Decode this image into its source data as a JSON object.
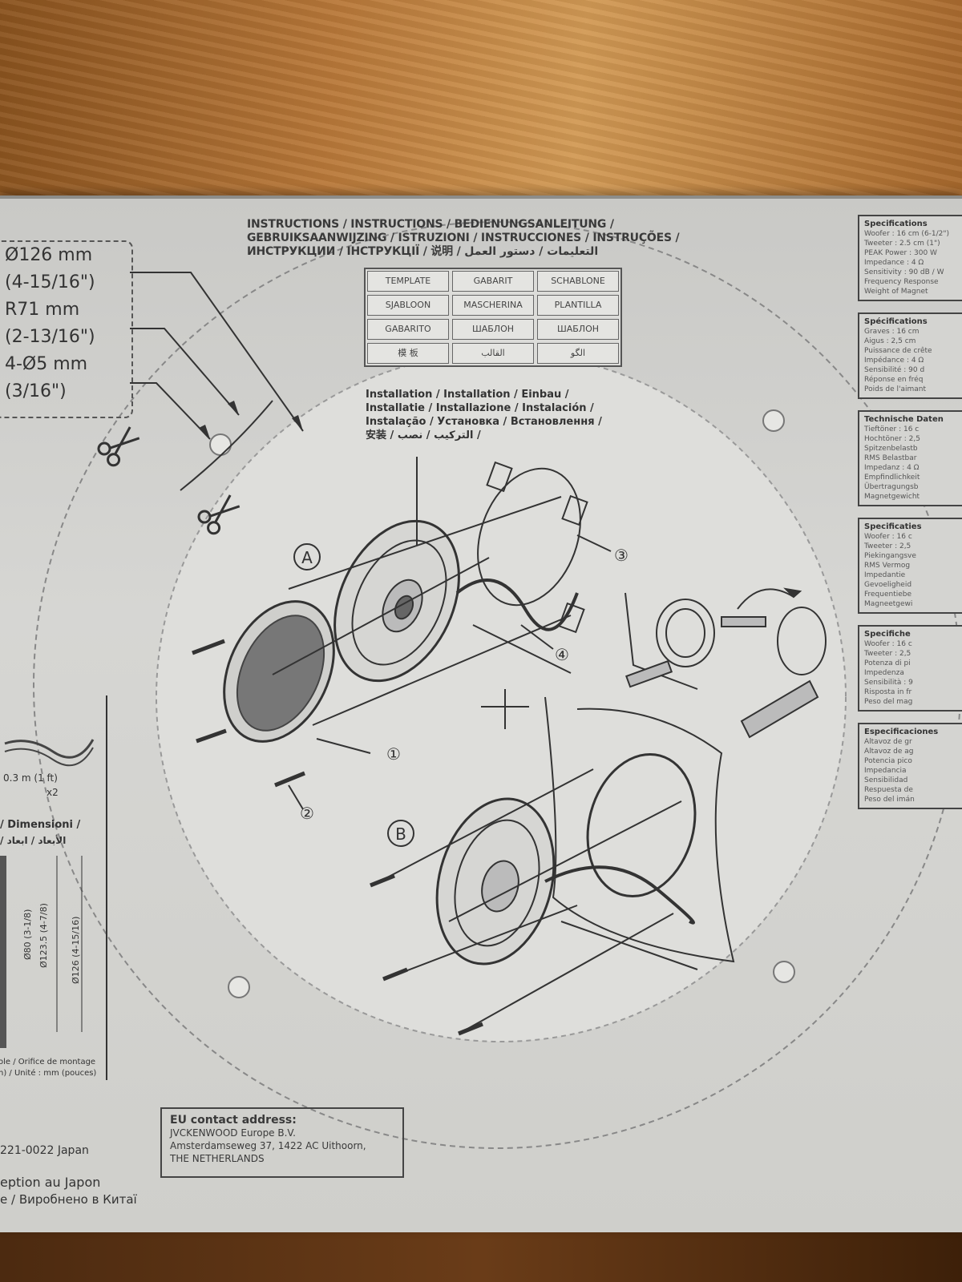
{
  "title": {
    "line1": "INSTRUCTIONS / INSTRUCTIONS / BEDIENUNGSANLEITUNG /",
    "line2": "GEBRUIKSAANWIJZING / ISTRUZIONI / INSTRUCCIONES / INSTRUÇÕES /",
    "line3": "ИНСТРУКЦИИ / ІНСТРУКЦІЇ / 说明 / التعليمات / دستور العمل"
  },
  "template_labels": [
    "TEMPLATE",
    "GABARIT",
    "SCHABLONE",
    "SJABLOON",
    "MASCHERINA",
    "PLANTILLA",
    "GABARITO",
    "ШАБЛОН",
    "ШАБЛОН",
    "模 板",
    "القالب",
    "الگو"
  ],
  "installation": {
    "line1": "Installation / Installation / Einbau /",
    "line2": "Installatie / Installazione / Instalación /",
    "line3": "Instalação / Установка / Встановлення /",
    "line4": "安装 / التركيب / نصب /"
  },
  "dimensions": {
    "d1": "Ø126 mm",
    "d1_in": "(4-15/16\")",
    "r1": "R71 mm",
    "r1_in": "(2-13/16\")",
    "d2": "4-Ø5 mm",
    "d2_in": "(3/16\")"
  },
  "callouts": {
    "a": "A",
    "b": "B",
    "n1": "①",
    "n2": "②",
    "n3": "③",
    "n4": "④"
  },
  "specs": [
    {
      "heading": "Specifications",
      "lines": [
        "Woofer : 16 cm (6-1/2\")",
        "Tweeter : 2.5 cm (1\")",
        "PEAK Power : 300 W",
        "Impedance : 4 Ω",
        "Sensitivity : 90 dB / W",
        "Frequency Response",
        "Weight of Magnet"
      ]
    },
    {
      "heading": "Spécifications",
      "lines": [
        "Graves : 16 cm",
        "Aigus : 2,5 cm",
        "Puissance de crête",
        "Impédance : 4 Ω",
        "Sensibilité : 90 d",
        "Réponse en fréq",
        "Poids de l'aimant"
      ]
    },
    {
      "heading": "Technische Daten",
      "lines": [
        "Tieftöner : 16 c",
        "Hochtöner : 2,5",
        "Spitzenbelastb",
        "RMS Belastbar",
        "Impedanz : 4 Ω",
        "Empfindlichkeit",
        "Übertragungsb",
        "Magnetgewicht"
      ]
    },
    {
      "heading": "Specificaties",
      "lines": [
        "Woofer : 16 c",
        "Tweeter : 2,5",
        "Piekingangsve",
        "RMS Vermog",
        "Impedantie",
        "Gevoeligheid",
        "Frequentiebe",
        "Magneetgewi"
      ]
    },
    {
      "heading": "Specifiche",
      "lines": [
        "Woofer : 16 c",
        "Tweeter : 2,5",
        "Potenza di pi",
        "Impedenza",
        "Sensibilità : 9",
        "Risposta in fr",
        "Peso del mag"
      ]
    },
    {
      "heading": "Especificaciones",
      "lines": [
        "Altavoz de gr",
        "Altavoz de ag",
        "Potencia pico",
        "Impedancia",
        "Sensibilidad",
        "Respuesta de",
        "Peso del imán"
      ]
    }
  ],
  "left_panel": {
    "cable": "0.3 m (1 ft)",
    "qty": "x2",
    "dim_title": "/ Dimensioni /",
    "dim_ar": "/ الأبعاد / ابعاد",
    "d80": "Ø80 (3-1/8)",
    "d123": "Ø123.5 (4-7/8)",
    "d126": "Ø126 (4-15/16)",
    "orifice": "ole / Orifice de montage",
    "unit": "h) / Unité : mm (pouces)"
  },
  "eu": {
    "heading": "EU contact address:",
    "line1": "JVCKENWOOD Europe B.V.",
    "line2": "Amsterdamseweg 37, 1422 AC Uithoorn,",
    "line3": "THE NETHERLANDS"
  },
  "bottom_left": {
    "addr": "221-0022 Japan",
    "made1": "eption au Japon",
    "made2": "e / Виробнено в Китаї"
  }
}
